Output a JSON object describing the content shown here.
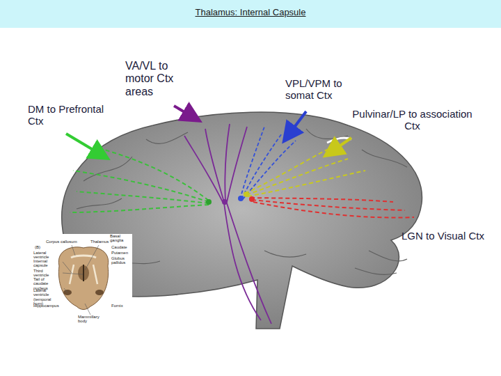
{
  "diagram": {
    "title": "Thalamus: Internal Capsule",
    "labels": [
      "DM to Prefrontal Ctx",
      "VA/VL to motor Ctx areas",
      "VPL/VPM to somat Ctx",
      "Pulvinar/LP to association Ctx",
      "LGN to Visual Ctx",
      "(B)",
      "Corpus callosum",
      "Thalamus",
      "Basal ganglia",
      "Caudate",
      "Putamen",
      "Globus pallidus",
      "Lateral ventricle",
      "Internal capsule",
      "Third ventricle",
      "Tail of caudate nucleus",
      "Lateral ventricle (temporal horn)",
      "Hippocampus",
      "Mammillary body",
      "Fornix"
    ]
  }
}
